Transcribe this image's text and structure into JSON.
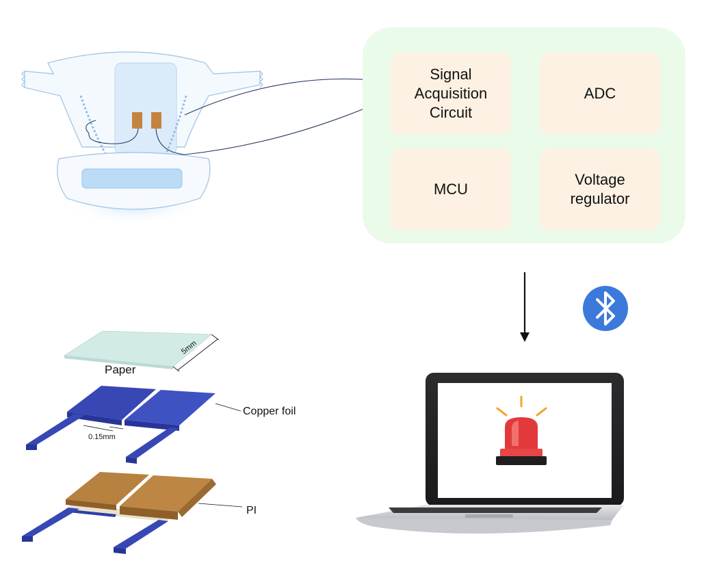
{
  "circuit_panel": {
    "blocks": [
      {
        "label": "Signal\nAcquisition\nCircuit"
      },
      {
        "label": "ADC"
      },
      {
        "label": "MCU"
      },
      {
        "label": "Voltage\nregulator"
      }
    ],
    "colors": {
      "panel": "#eafbe9",
      "block": "#fcf1e2"
    }
  },
  "sensor_stack": {
    "layers": [
      {
        "label": "Paper",
        "color": "#d3ebe7"
      },
      {
        "label": "Copper foil",
        "color": "#3748b4"
      },
      {
        "label": "PI",
        "color": "#b7813f"
      }
    ],
    "dimensions": {
      "width": "5mm",
      "gap": "0.15mm"
    }
  },
  "icons": [
    "diaper-illustration",
    "bluetooth-icon",
    "laptop-icon",
    "alarm-beacon-icon",
    "down-arrow-icon"
  ],
  "colors": {
    "bluetooth": "#3b79db",
    "alarm": "#e23a3a",
    "electrode": "#c58342"
  }
}
